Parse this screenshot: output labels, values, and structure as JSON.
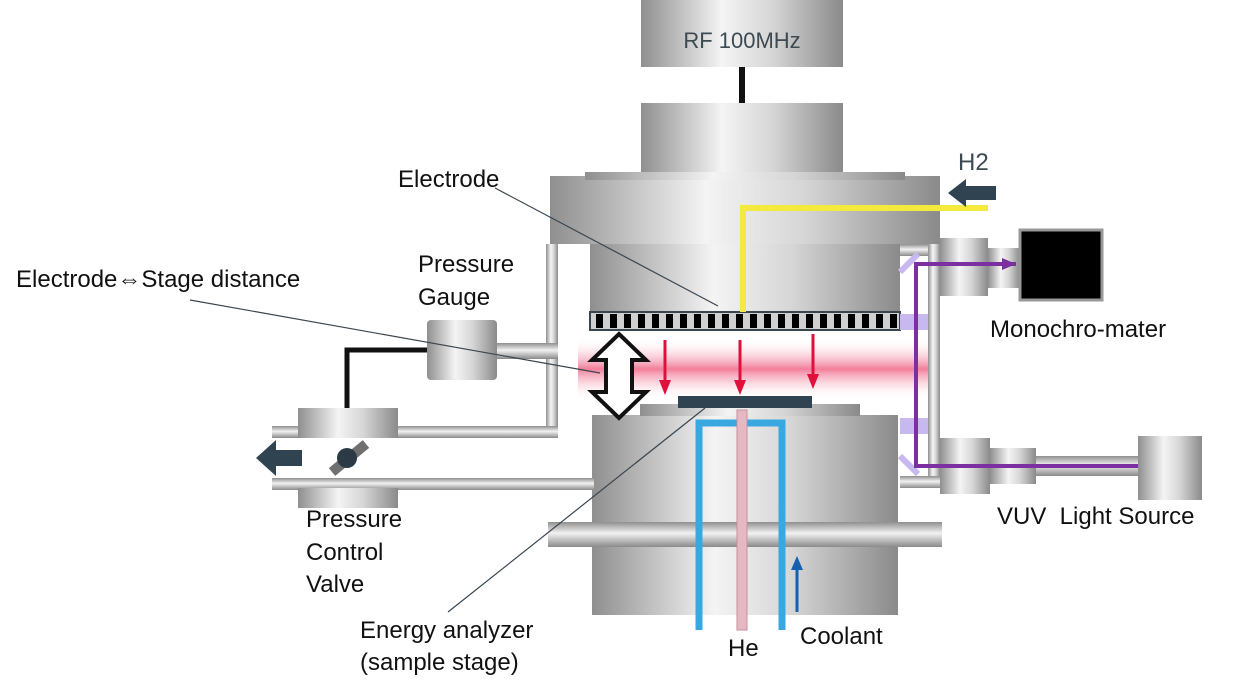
{
  "labels": {
    "rf": "RF 100MHz",
    "h2": "H2",
    "electrode": "Electrode",
    "distance": "Electrode⇔Stage distance",
    "pressure_gauge_line1": "Pressure",
    "pressure_gauge_line2": "Gauge",
    "monochromator": "Monochro-mater",
    "pressure_valve_line1": "Pressure",
    "pressure_valve_line2": "Control",
    "pressure_valve_line3": "Valve",
    "vuv": "VUV  Light Source",
    "analyzer_line1": "Energy analyzer",
    "analyzer_line2": "(sample stage)",
    "he": "He",
    "coolant": "Coolant"
  },
  "colors": {
    "plasma": "#f07090",
    "ion_arrow": "#e0103c",
    "h2_line": "#f2ea3c",
    "vuv_path": "#7b2fa0",
    "coolant_line": "#3aa8e0",
    "he_line": "#e6b8c4",
    "flow_arrow": "#2f4450",
    "coolant_arrow": "#1560b0"
  },
  "icons": {
    "h2_inlet": "arrow-left-icon",
    "exhaust": "arrow-left-icon",
    "distance": "double-arrow-vertical-icon",
    "coolant_flow": "arrow-up-icon"
  }
}
